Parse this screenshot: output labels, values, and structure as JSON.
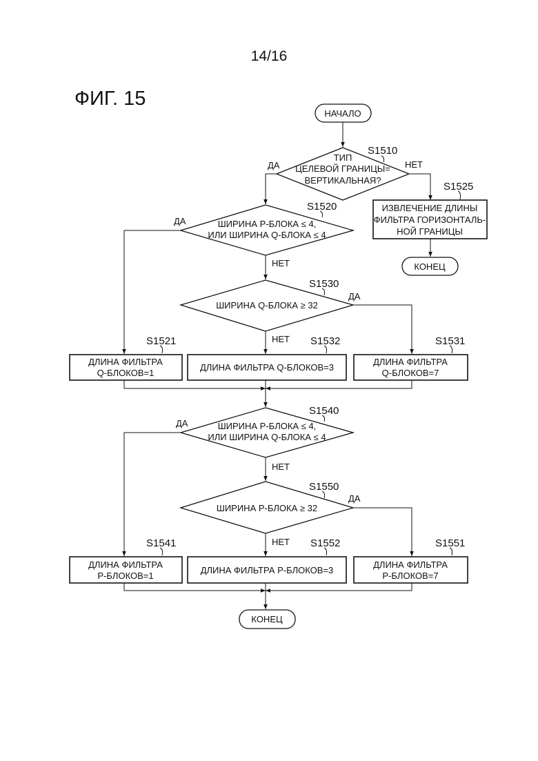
{
  "page_number": "14/16",
  "figure_label": "ФИГ. 15",
  "nodes": {
    "start": {
      "label": [
        "НАЧАЛО"
      ]
    },
    "d1510": {
      "step": "S1510",
      "label": [
        "ТИП",
        "ЦЕЛЕВОЙ ГРАНИЦЫ=",
        "ВЕРТИКАЛЬНАЯ?"
      ]
    },
    "p1525": {
      "step": "S1525",
      "label": [
        "ИЗВЛЕЧЕНИЕ ДЛИНЫ",
        "ФИЛЬТРА ГОРИЗОНТАЛЬ-",
        "НОЙ ГРАНИЦЫ"
      ]
    },
    "end1": {
      "label": [
        "КОНЕЦ"
      ]
    },
    "d1520": {
      "step": "S1520",
      "label": [
        "ШИРИНА P-БЛОКА ≤ 4,",
        "ИЛИ ШИРИНА Q-БЛОКА ≤ 4"
      ]
    },
    "d1530": {
      "step": "S1530",
      "label": [
        "ШИРИНА Q-БЛОКА ≥ 32"
      ]
    },
    "p1521": {
      "step": "S1521",
      "label": [
        "ДЛИНА ФИЛЬТРА",
        "Q-БЛОКОВ=1"
      ]
    },
    "p1532": {
      "step": "S1532",
      "label": [
        "ДЛИНА ФИЛЬТРА Q-БЛОКОВ=3"
      ]
    },
    "p1531": {
      "step": "S1531",
      "label": [
        "ДЛИНА ФИЛЬТРА",
        "Q-БЛОКОВ=7"
      ]
    },
    "d1540": {
      "step": "S1540",
      "label": [
        "ШИРИНА P-БЛОКА ≤ 4,",
        "ИЛИ ШИРИНА Q-БЛОКА ≤ 4"
      ]
    },
    "d1550": {
      "step": "S1550",
      "label": [
        "ШИРИНА P-БЛОКА ≥ 32"
      ]
    },
    "p1541": {
      "step": "S1541",
      "label": [
        "ДЛИНА ФИЛЬТРА",
        "P-БЛОКОВ=1"
      ]
    },
    "p1552": {
      "step": "S1552",
      "label": [
        "ДЛИНА ФИЛЬТРА P-БЛОКОВ=3"
      ]
    },
    "p1551": {
      "step": "S1551",
      "label": [
        "ДЛИНА ФИЛЬТРА",
        "P-БЛОКОВ=7"
      ]
    },
    "end2": {
      "label": [
        "КОНЕЦ"
      ]
    }
  },
  "edge_labels": {
    "d1510_yes": "ДА",
    "d1510_no": "НЕТ",
    "d1520_yes": "ДА",
    "d1520_no": "НЕТ",
    "d1530_yes": "ДА",
    "d1530_no": "НЕТ",
    "d1540_yes": "ДА",
    "d1540_no": "НЕТ",
    "d1550_yes": "ДА",
    "d1550_no": "НЕТ"
  }
}
